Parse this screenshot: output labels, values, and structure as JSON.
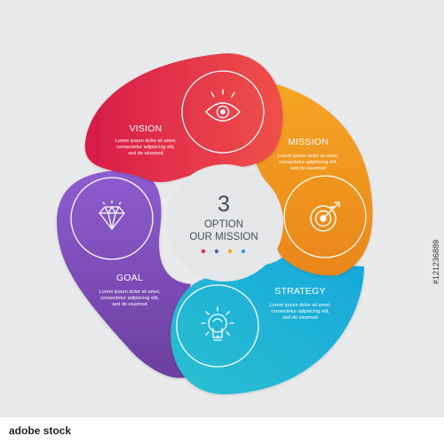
{
  "center": {
    "number": "3",
    "line1": "OPTION",
    "line2": "OUR MISSION",
    "dot_colors": [
      "#e52950",
      "#5b5ea6",
      "#f7a11a",
      "#1fa7d8"
    ]
  },
  "segments": [
    {
      "id": "vision",
      "title": "VISION",
      "desc": [
        "Lorem ipsum dolor sit amet,",
        "consectetur adipiscing elit,",
        "sed do eiusmod"
      ],
      "color_from": "#d81b4a",
      "color_to": "#f0504a",
      "icon": "eye-icon"
    },
    {
      "id": "mission",
      "title": "MISSION",
      "desc": [
        "Lorem ipsum dolor sit amet,",
        "consectetur adipiscing elit,",
        "sed do eiusmod"
      ],
      "color_from": "#f6a623",
      "color_to": "#e9861b",
      "icon": "target-icon"
    },
    {
      "id": "strategy",
      "title": "STRATEGY",
      "desc": [
        "Lorem ipsum dolor sit amet,",
        "consectetur adipiscing elit,",
        "sed do eiusmod"
      ],
      "color_from": "#16a7dd",
      "color_to": "#2bc0cf",
      "icon": "gear-bulb-icon"
    },
    {
      "id": "goal",
      "title": "GOAL",
      "desc": [
        "Lorem ipsum dolor sit amet,",
        "consectetur adipiscing elit,",
        "sed do eiusmod"
      ],
      "color_from": "#8e5cd0",
      "color_to": "#6b3f9f",
      "icon": "diamond-icon"
    }
  ],
  "footer": {
    "brand": "adobe stock",
    "image_id": "#121236889"
  }
}
